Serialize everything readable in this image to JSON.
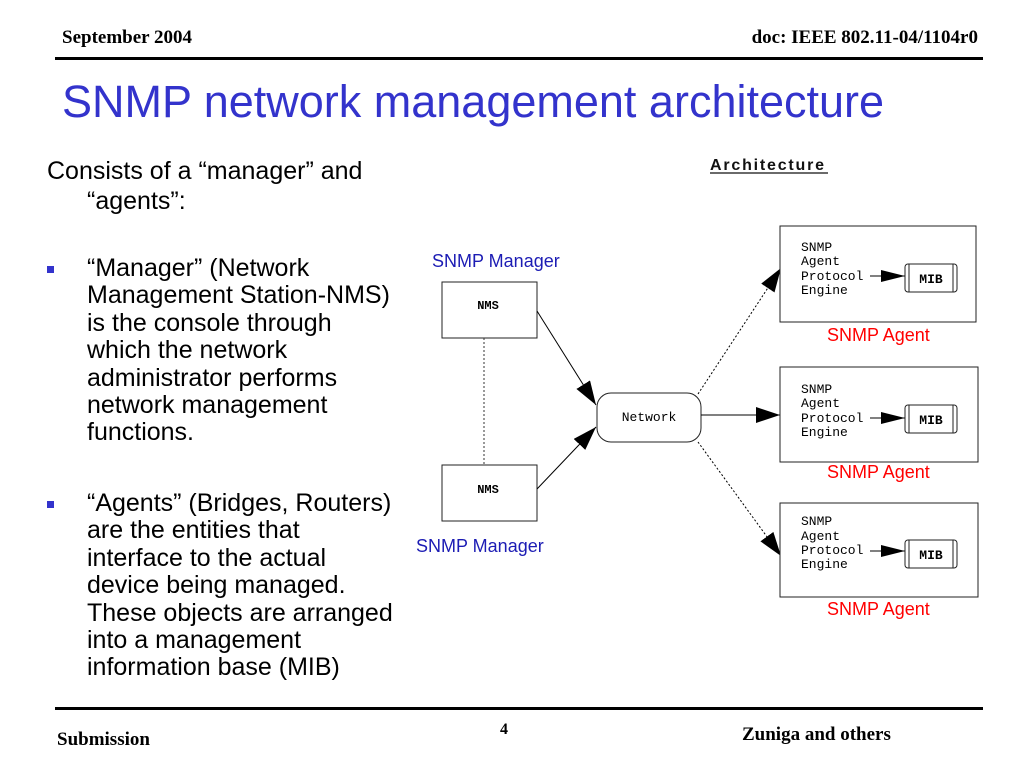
{
  "header": {
    "date": "September 2004",
    "doc_id": "doc: IEEE 802.11-04/1104r0"
  },
  "title": "SNMP network management architecture",
  "intro": [
    "Consists of a “manager” and",
    "“agents”:"
  ],
  "bullets": [
    {
      "lines": [
        "“Manager” (Network",
        "Management Station-NMS)",
        "is the console through",
        "which the network",
        "administrator performs",
        "network management",
        "functions."
      ]
    },
    {
      "lines": [
        "“Agents” (Bridges, Routers)",
        "are the entities that",
        "interface to the actual",
        "device being managed.",
        "These objects are arranged",
        "into a management",
        "information base (MIB)"
      ]
    }
  ],
  "diagram": {
    "heading": "Architecture",
    "managers": [
      {
        "label": "SNMP Manager",
        "box": "NMS"
      },
      {
        "label": "SNMP Manager",
        "box": "NMS"
      }
    ],
    "network": "Network",
    "agents": [
      {
        "label": "SNMP Agent",
        "engine_lines": [
          "SNMP",
          "Agent",
          "Protocol",
          "Engine"
        ],
        "store": "MIB"
      },
      {
        "label": "SNMP Agent",
        "engine_lines": [
          "SNMP",
          "Agent",
          "Protocol",
          "Engine"
        ],
        "store": "MIB"
      },
      {
        "label": "SNMP Agent",
        "engine_lines": [
          "SNMP",
          "Agent",
          "Protocol",
          "Engine"
        ],
        "store": "MIB"
      }
    ]
  },
  "footer": {
    "left": "Submission",
    "page": "4",
    "right": "Zuniga and others"
  },
  "icons": {
    "bullet": "square-bullet-icon",
    "arrow": "arrowhead-icon"
  },
  "colors": {
    "title": "#3333cc",
    "manager_label": "#1c1cb4",
    "agent_label": "#ff0000",
    "bullet": "#3333cc",
    "rule": "#000000"
  }
}
